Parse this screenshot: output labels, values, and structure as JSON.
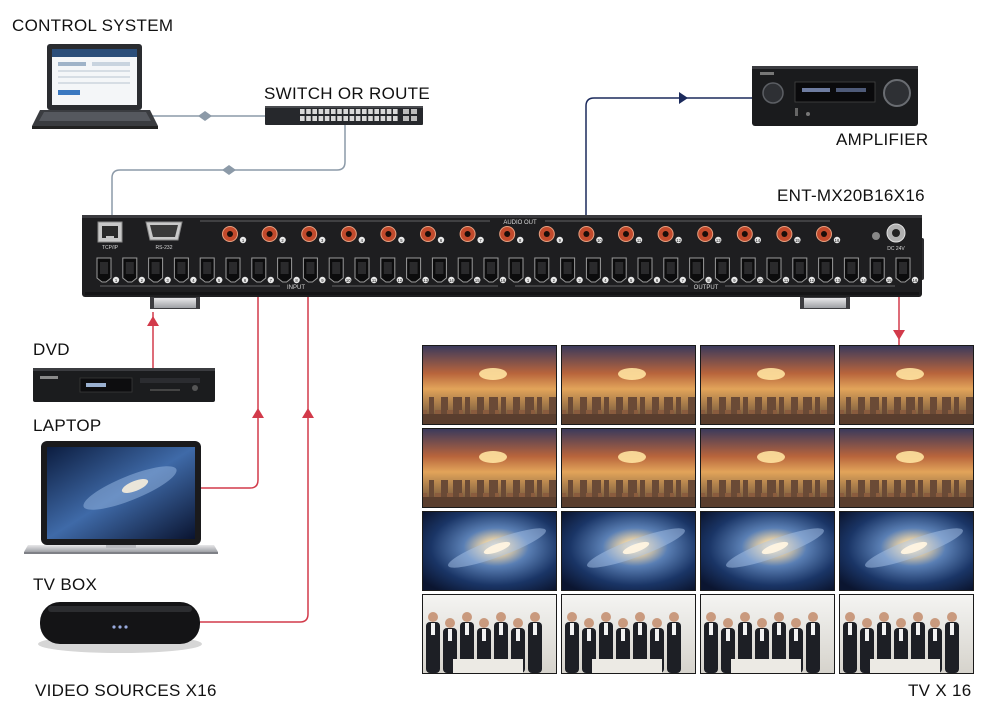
{
  "labels": {
    "control_system": "CONTROL SYSTEM",
    "switch_or_route": "SWITCH OR ROUTE",
    "amplifier": "AMPLIFIER",
    "matrix_model": "ENT-MX20B16X16",
    "dvd": "DVD",
    "laptop": "LAPTOP",
    "tv_box": "TV BOX",
    "video_sources": "VIDEO SOURCES X16",
    "tv_count": "TV X 16"
  },
  "panel": {
    "audio_out": "AUDIO OUT",
    "input": "INPUT",
    "output": "OUTPUT",
    "tcpip": "TCP/IP",
    "rs232": "RS-232",
    "dc": "DC 24V",
    "audio_ports": [
      "1",
      "2",
      "3",
      "4",
      "5",
      "6",
      "7",
      "8",
      "9",
      "10",
      "11",
      "12",
      "13",
      "14",
      "15",
      "16"
    ],
    "input_ports": [
      "1",
      "2",
      "3",
      "4",
      "5",
      "6",
      "7",
      "8",
      "9",
      "10",
      "11",
      "12",
      "13",
      "14",
      "15",
      "16"
    ],
    "output_ports": [
      "1",
      "2",
      "3",
      "4",
      "5",
      "6",
      "7",
      "8",
      "9",
      "10",
      "11",
      "12",
      "13",
      "14",
      "15",
      "16"
    ]
  },
  "tv_grid": {
    "rows": [
      "city",
      "city",
      "galaxy",
      "meeting"
    ],
    "columns": 4
  },
  "colors": {
    "hdmi_wire": "#d23a4a",
    "audio_wire": "#1b2a5c",
    "network_wire": "#8c9aa8",
    "panel": "#1e1e20",
    "rca": "#c24a2c"
  }
}
